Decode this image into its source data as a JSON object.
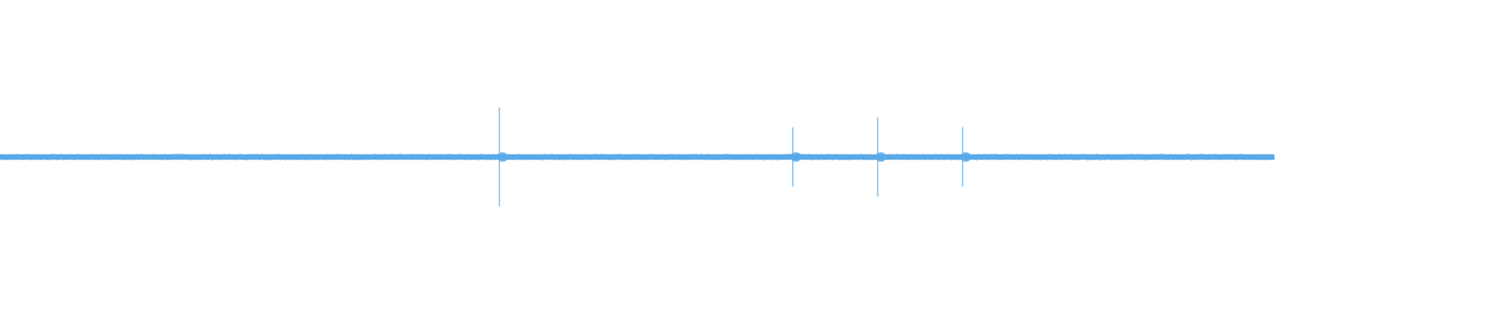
{
  "waveform": {
    "color": "#5aa9e6",
    "description": "audio-waveform",
    "transient_peaks": [
      {
        "index": 1,
        "relative_amplitude": 1.0
      },
      {
        "index": 2,
        "relative_amplitude": 0.6
      },
      {
        "index": 3,
        "relative_amplitude": 0.8
      },
      {
        "index": 4,
        "relative_amplitude": 0.6
      }
    ]
  }
}
